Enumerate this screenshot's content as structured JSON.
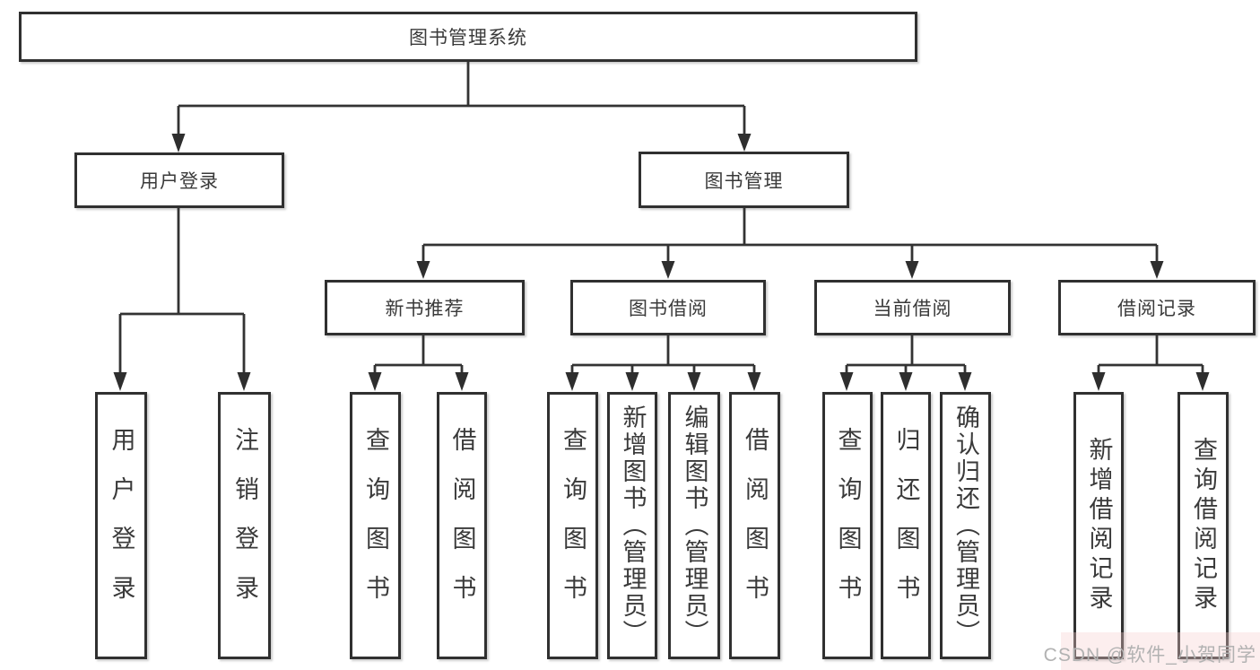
{
  "tree": {
    "label": "图书管理系统",
    "children": [
      {
        "label": "用户登录",
        "children": [
          {
            "label": "用户登录"
          },
          {
            "label": "注销登录"
          }
        ]
      },
      {
        "label": "图书管理",
        "children": [
          {
            "label": "新书推荐",
            "children": [
              {
                "label": "查询图书"
              },
              {
                "label": "借阅图书"
              }
            ]
          },
          {
            "label": "图书借阅",
            "children": [
              {
                "label": "查询图书"
              },
              {
                "label": "新增图书（管理员）"
              },
              {
                "label": "编辑图书（管理员）"
              },
              {
                "label": "借阅图书"
              }
            ]
          },
          {
            "label": "当前借阅",
            "children": [
              {
                "label": "查询图书"
              },
              {
                "label": "归还图书"
              },
              {
                "label": "确认归还（管理员）"
              }
            ]
          },
          {
            "label": "借阅记录",
            "children": [
              {
                "label": "新增借阅记录"
              },
              {
                "label": "查询借阅记录"
              }
            ]
          }
        ]
      }
    ]
  },
  "watermark": {
    "text": "CSDN @软件_小贺同学"
  },
  "colors": {
    "line": "#333333",
    "box_border": "#303030",
    "text": "#3a3a3a",
    "watermark_text": "#b2b2b2",
    "watermark_tint": "#f6cdcd",
    "background": "#ffffff"
  }
}
